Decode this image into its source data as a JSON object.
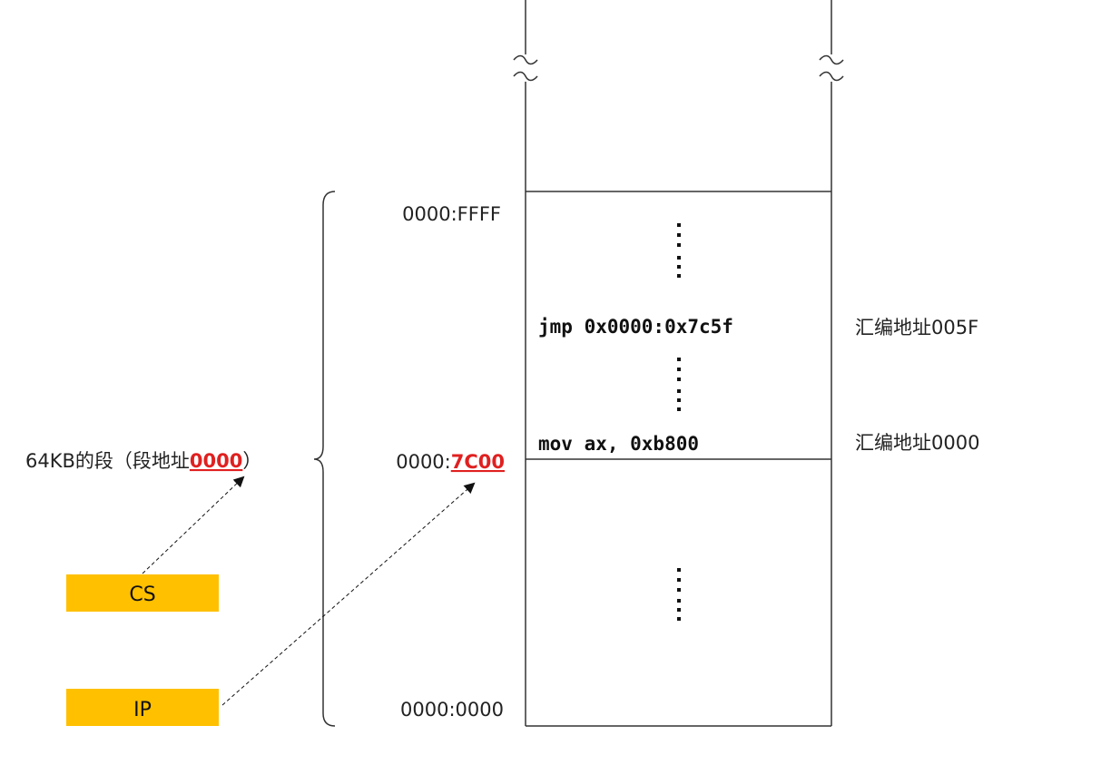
{
  "colors": {
    "line": "#333333",
    "highlight": "#e02020",
    "register_fill": "#ffc000",
    "text": "#222222"
  },
  "memory": {
    "top_address": "0000:FFFF",
    "start_address_prefix": "0000:",
    "start_address_offset": "7C00",
    "bottom_address": "0000:0000",
    "instruction_jmp": "jmp 0x0000:0x7c5f",
    "instruction_mov": "mov ax, 0xb800",
    "asm_label_jmp": "汇编地址005F",
    "asm_label_mov": "汇编地址0000",
    "ellipsis_icon": "vertical-ellipsis"
  },
  "segment": {
    "label_prefix": "64KB的段（段地址",
    "label_highlight": "0000",
    "label_suffix": "）"
  },
  "registers": {
    "cs": "CS",
    "ip": "IP"
  }
}
